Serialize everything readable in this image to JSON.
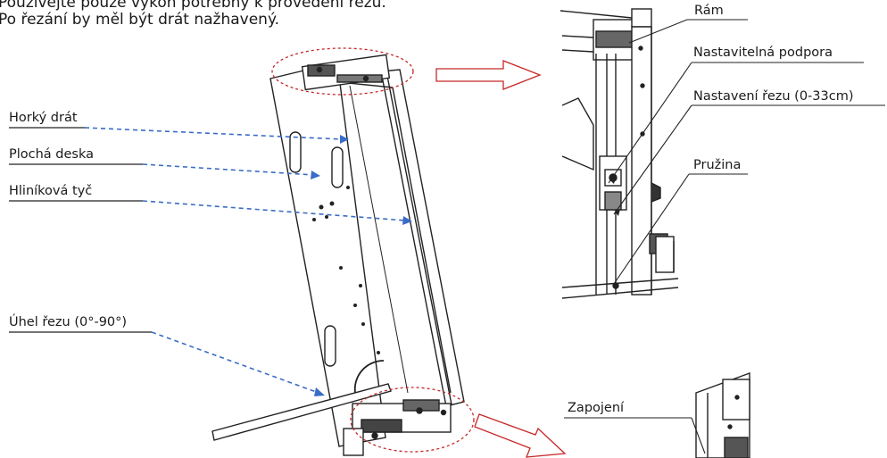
{
  "text": {
    "line1": "Používejte pouze výkon potřebný k provedení řezu.",
    "line2": "Po řezání by měl být drát nažhavený."
  },
  "labels": {
    "hot_wire": "Horký drát",
    "flat_board": "Plochá deska",
    "alu_bar": "Hliníková tyč",
    "cut_angle": "Úhel řezu (0°-90°)",
    "frame": "Rám",
    "adjustable_support": "Nastavitelná podpora",
    "cut_setting": "Nastavení řezu (0-33cm)",
    "spring": "Pružina",
    "connection": "Zapojení"
  },
  "colors": {
    "leader_blue": "#3a6cc8",
    "highlight_red": "#c62828",
    "drawing": "#222222"
  }
}
